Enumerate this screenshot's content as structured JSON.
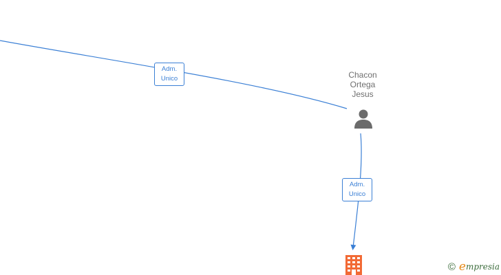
{
  "nodes": {
    "person": {
      "name_lines": [
        "Chacon",
        "Ortega",
        "Jesus"
      ],
      "icon": "person-icon"
    },
    "company": {
      "icon": "building-icon"
    }
  },
  "edges": [
    {
      "label_lines": [
        "Adm.",
        "Unico"
      ]
    },
    {
      "label_lines": [
        "Adm.",
        "Unico"
      ]
    }
  ],
  "branding": {
    "copyright_symbol": "©",
    "logo_initial": "e",
    "logo_rest": "mpresia"
  },
  "colors": {
    "edge": "#3a7fd5",
    "person_icon": "#6b6b6b",
    "company_icon": "#f26a35",
    "text_gray": "#6f6f6f"
  }
}
